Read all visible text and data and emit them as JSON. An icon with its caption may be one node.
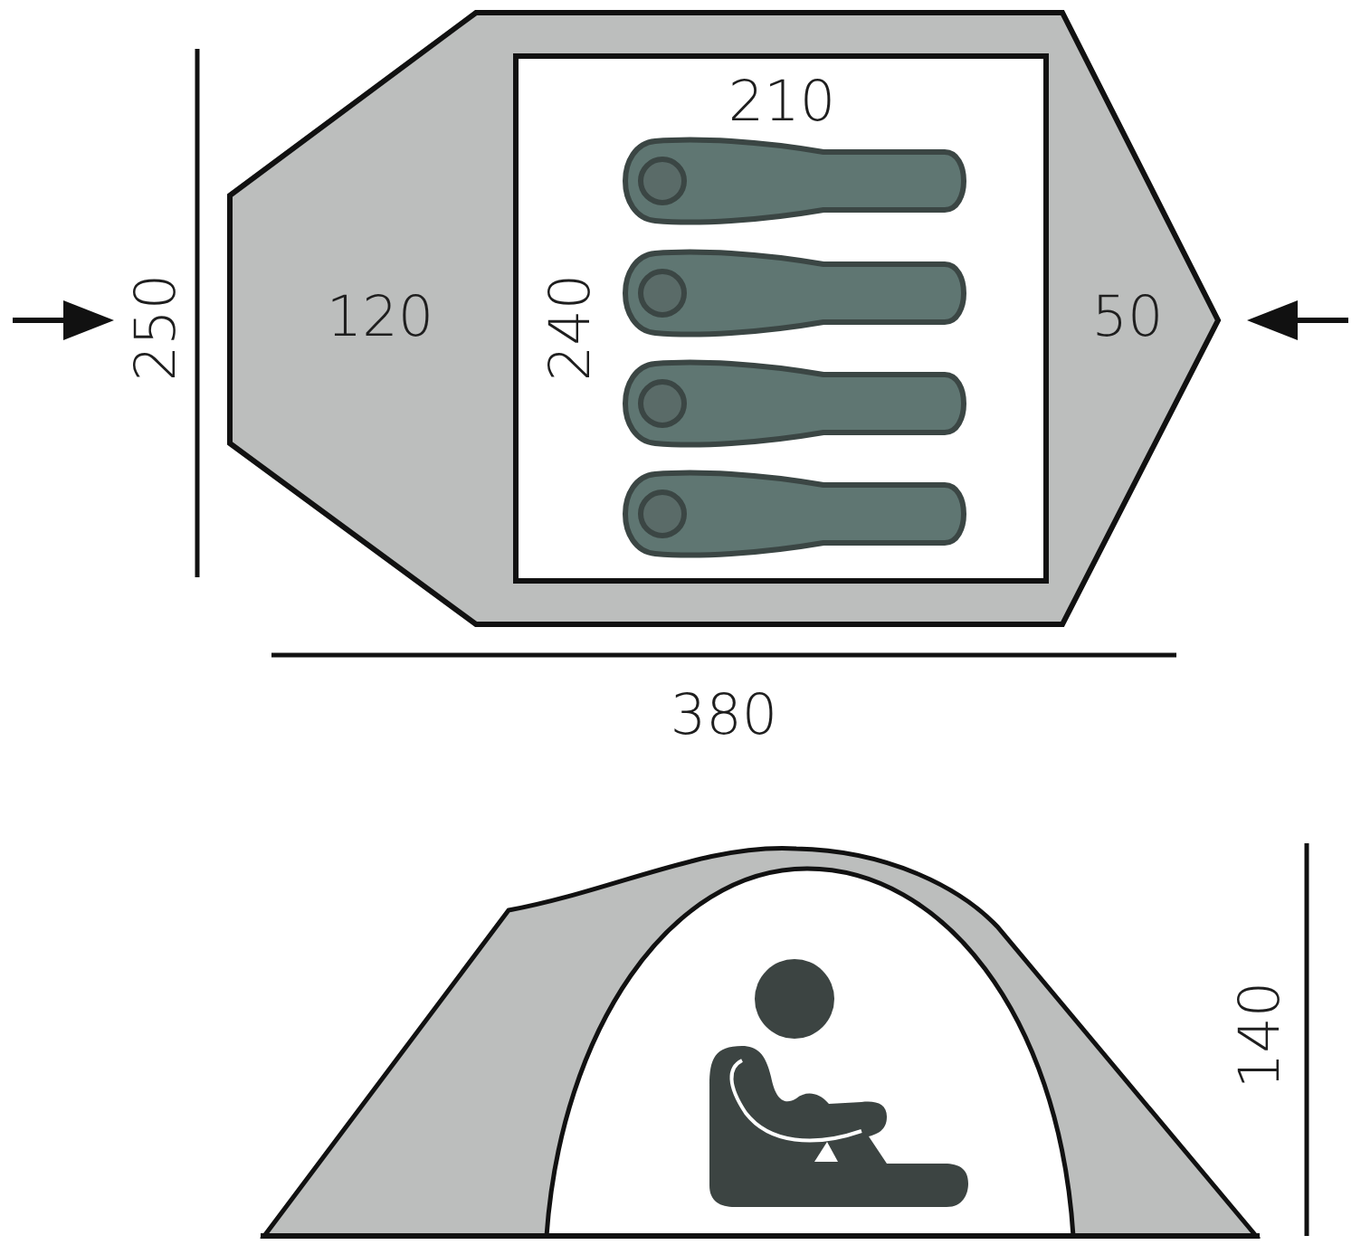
{
  "diagram": {
    "labels": [
      "210",
      "250",
      "120",
      "240",
      "50",
      "380",
      "140"
    ]
  }
}
